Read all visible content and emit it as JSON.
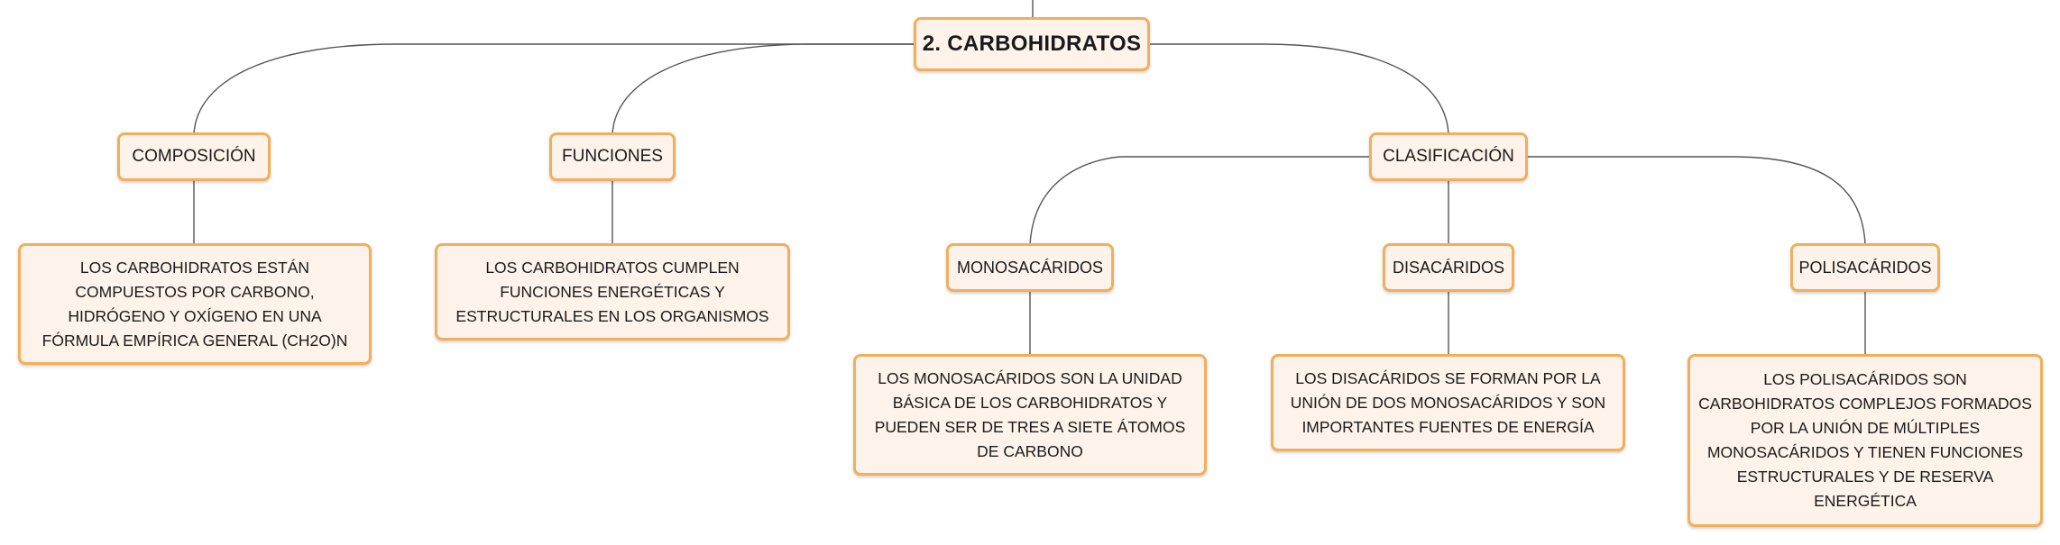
{
  "diagram": {
    "root": "2. CARBOHIDRATOS",
    "composicion": {
      "label": "COMPOSICIÓN",
      "text": "LOS CARBOHIDRATOS ESTÁN COMPUESTOS POR CARBONO, HIDRÓGENO Y OXÍGENO EN UNA FÓRMULA EMPÍRICA GENERAL (CH2O)N"
    },
    "funciones": {
      "label": "FUNCIONES",
      "text": "LOS CARBOHIDRATOS CUMPLEN FUNCIONES ENERGÉTICAS Y ESTRUCTURALES EN LOS ORGANISMOS"
    },
    "clasificacion": {
      "label": "CLASIFICACIÓN",
      "monosacaridos": {
        "label": "MONOSACÁRIDOS",
        "text": "LOS MONOSACÁRIDOS SON LA UNIDAD BÁSICA DE LOS CARBOHIDRATOS Y PUEDEN SER DE TRES A SIETE ÁTOMOS DE CARBONO"
      },
      "disacaridos": {
        "label": "DISACÁRIDOS",
        "text": "LOS DISACÁRIDOS SE FORMAN POR LA UNIÓN DE DOS MONOSACÁRIDOS Y SON IMPORTANTES FUENTES DE ENERGÍA"
      },
      "polisacaridos": {
        "label": "POLISACÁRIDOS",
        "text": "LOS POLISACÁRIDOS SON CARBOHIDRATOS COMPLEJOS FORMADOS POR LA UNIÓN DE MÚLTIPLES MONOSACÁRIDOS Y TIENEN FUNCIONES ESTRUCTURALES Y DE RESERVA ENERGÉTICA"
      }
    }
  }
}
